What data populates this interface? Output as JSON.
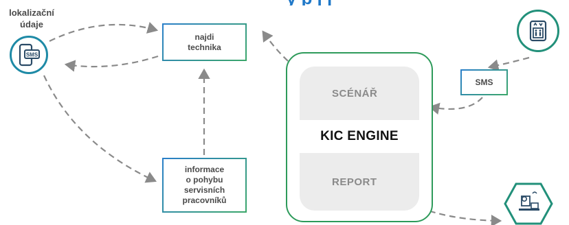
{
  "header": {
    "title_fragment": "y        p        j   j"
  },
  "labels": {
    "location_line1": "lokalizační",
    "location_line2": "údaje"
  },
  "boxes": {
    "find_technician": "najdi\ntechnika",
    "movement_info": "informace\no pohybu\nservisních\npracovníků",
    "sms": "SMS"
  },
  "engine": {
    "title": "KIC ENGINE",
    "scenario": "SCÉNÁŘ",
    "report": "REPORT"
  },
  "icons": {
    "phone": "phone-sms-icon",
    "elevator": "elevator-icon",
    "technician": "technician-at-desk-icon"
  },
  "colors": {
    "blue": "#1f78c8",
    "green": "#2d9a5a",
    "text": "#4a4a4a",
    "engine_fill": "#ececec"
  }
}
